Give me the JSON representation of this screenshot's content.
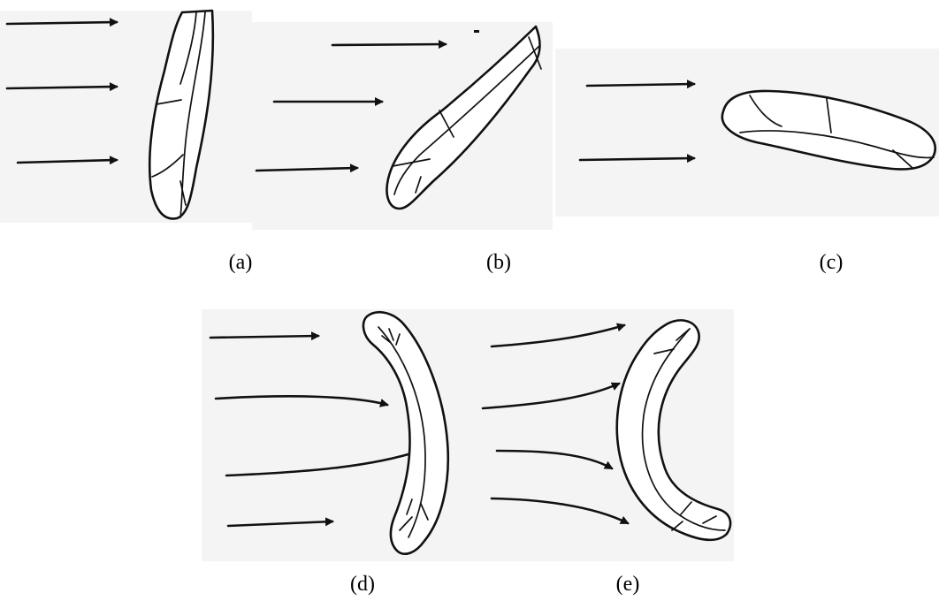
{
  "panels": [
    {
      "id": "a",
      "caption": "(a)"
    },
    {
      "id": "b",
      "caption": "(b)"
    },
    {
      "id": "c",
      "caption": "(c)"
    },
    {
      "id": "d",
      "caption": "(d)"
    },
    {
      "id": "e",
      "caption": "(e)"
    }
  ]
}
